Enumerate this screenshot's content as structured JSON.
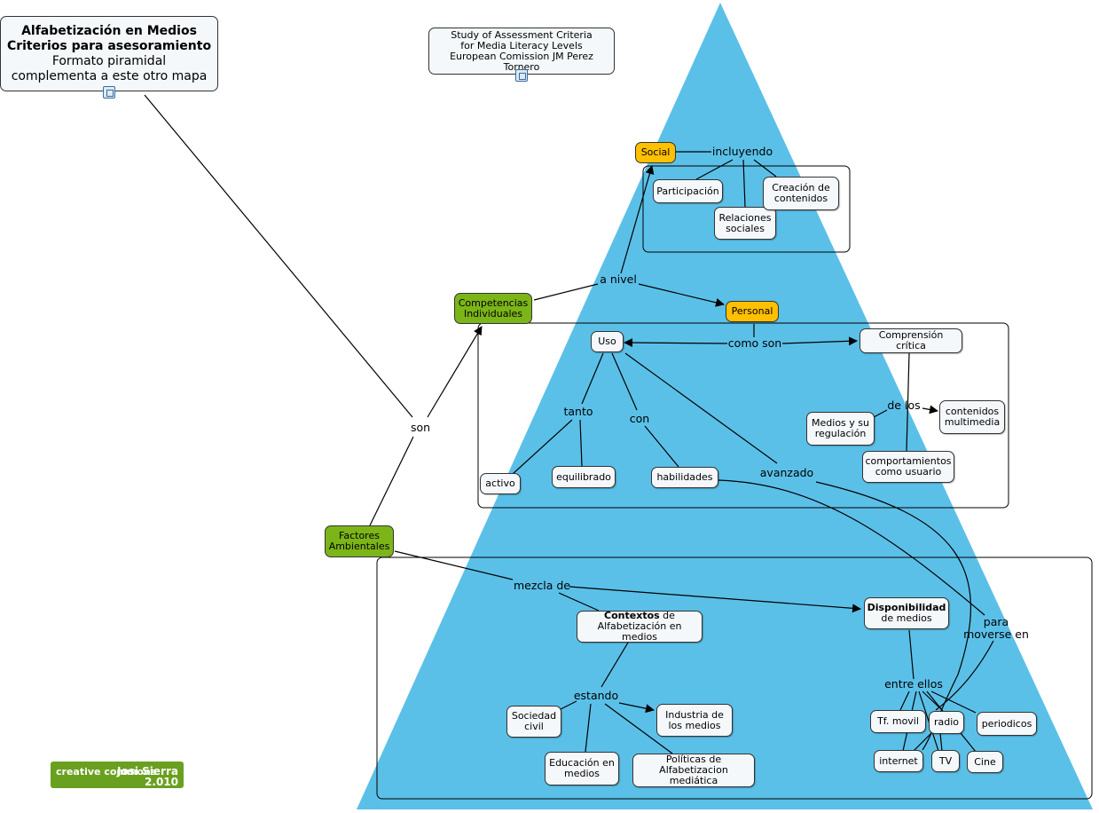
{
  "title_box": {
    "line1": "Alfabetización en Medios",
    "line2": "Criterios para asesoramiento",
    "line3": "Formato piramidal",
    "line4": "complementa a este otro mapa"
  },
  "study_box": {
    "line1": "Study of Assessment Criteria",
    "line2": "for Media Literacy Levels",
    "line3": "European Comission JM Perez Tornero"
  },
  "nodes": {
    "social": "Social",
    "participacion": "Participación",
    "relaciones": "Relaciones sociales",
    "creacion": "Creación de contenidos",
    "competencias": "Competencias Individuales",
    "personal": "Personal",
    "uso": "Uso",
    "comprension": "Comprensión crítica",
    "medios_regulacion": "Medios y su regulación",
    "contenidos": "contenidos multimedia",
    "comportamientos": "comportamientos como usuario",
    "activo": "activo",
    "equilibrado": "equilibrado",
    "habilidades": "habilidades",
    "factores": "Factores Ambientales",
    "disponibilidad_bold": "Disponibilidad",
    "disponibilidad_rest": "de medios",
    "contextos_bold": "Contextos",
    "contextos_rest1": " de",
    "contextos_rest2": "Alfabetización en medios",
    "sociedad": "Sociedad civil",
    "industria": "Industria de los medios",
    "educacion": "Educación en medios",
    "politicas": "Políticas de Alfabetizacion mediática",
    "tf_movil": "Tf. movil",
    "radio": "radio",
    "periodicos": "periodicos",
    "internet": "internet",
    "tv": "TV",
    "cine": "Cine"
  },
  "link_labels": {
    "incluyendo": "incluyendo",
    "a_nivel": "a nivel",
    "como_son": "como son",
    "de_los": "de los",
    "tanto": "tanto",
    "con": "con",
    "avanzado": "avanzado",
    "son": "son",
    "mezcla_de": "mezcla de",
    "estando": "estando",
    "entre_ellos": "entre ellos",
    "para": "para",
    "moverse_en": "moverse en"
  },
  "license": {
    "logo": "creative commons",
    "author_line1": "Josi Sierra",
    "author_line2": "2.010"
  },
  "colors": {
    "pyramid": "#5bc0e8",
    "concept_yellow": "#ffc000",
    "concept_green": "#7cb518",
    "concept_white": "#f5f8fb"
  }
}
